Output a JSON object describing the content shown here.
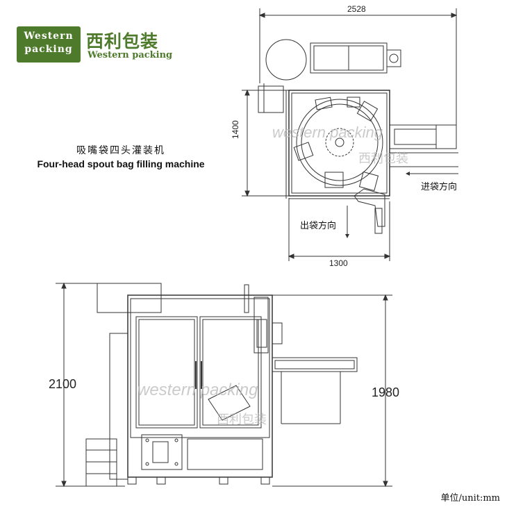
{
  "logo": {
    "box_text": [
      "Western",
      "packing"
    ],
    "cn_name": "西利包装",
    "en_name": "Western packing",
    "brand_color": "#4e7a2c"
  },
  "title": {
    "cn": "吸嘴袋四头灌装机",
    "en": "Four-head spout bag filling machine"
  },
  "top_view": {
    "dim_width_overall": "2528",
    "dim_depth": "1400",
    "dim_width_frame": "1300",
    "label_bag_in": "进袋方向",
    "label_bag_out": "出袋方向",
    "watermark_en": "western packing",
    "watermark_cn": "西利包装"
  },
  "front_view": {
    "dim_height_total": "2100",
    "dim_height_frame": "1980",
    "watermark_en": "western packing",
    "watermark_cn": "西利包装"
  },
  "unit_label": "单位/unit:mm",
  "colors": {
    "line": "#333333",
    "watermark": "#b9b9b9"
  }
}
